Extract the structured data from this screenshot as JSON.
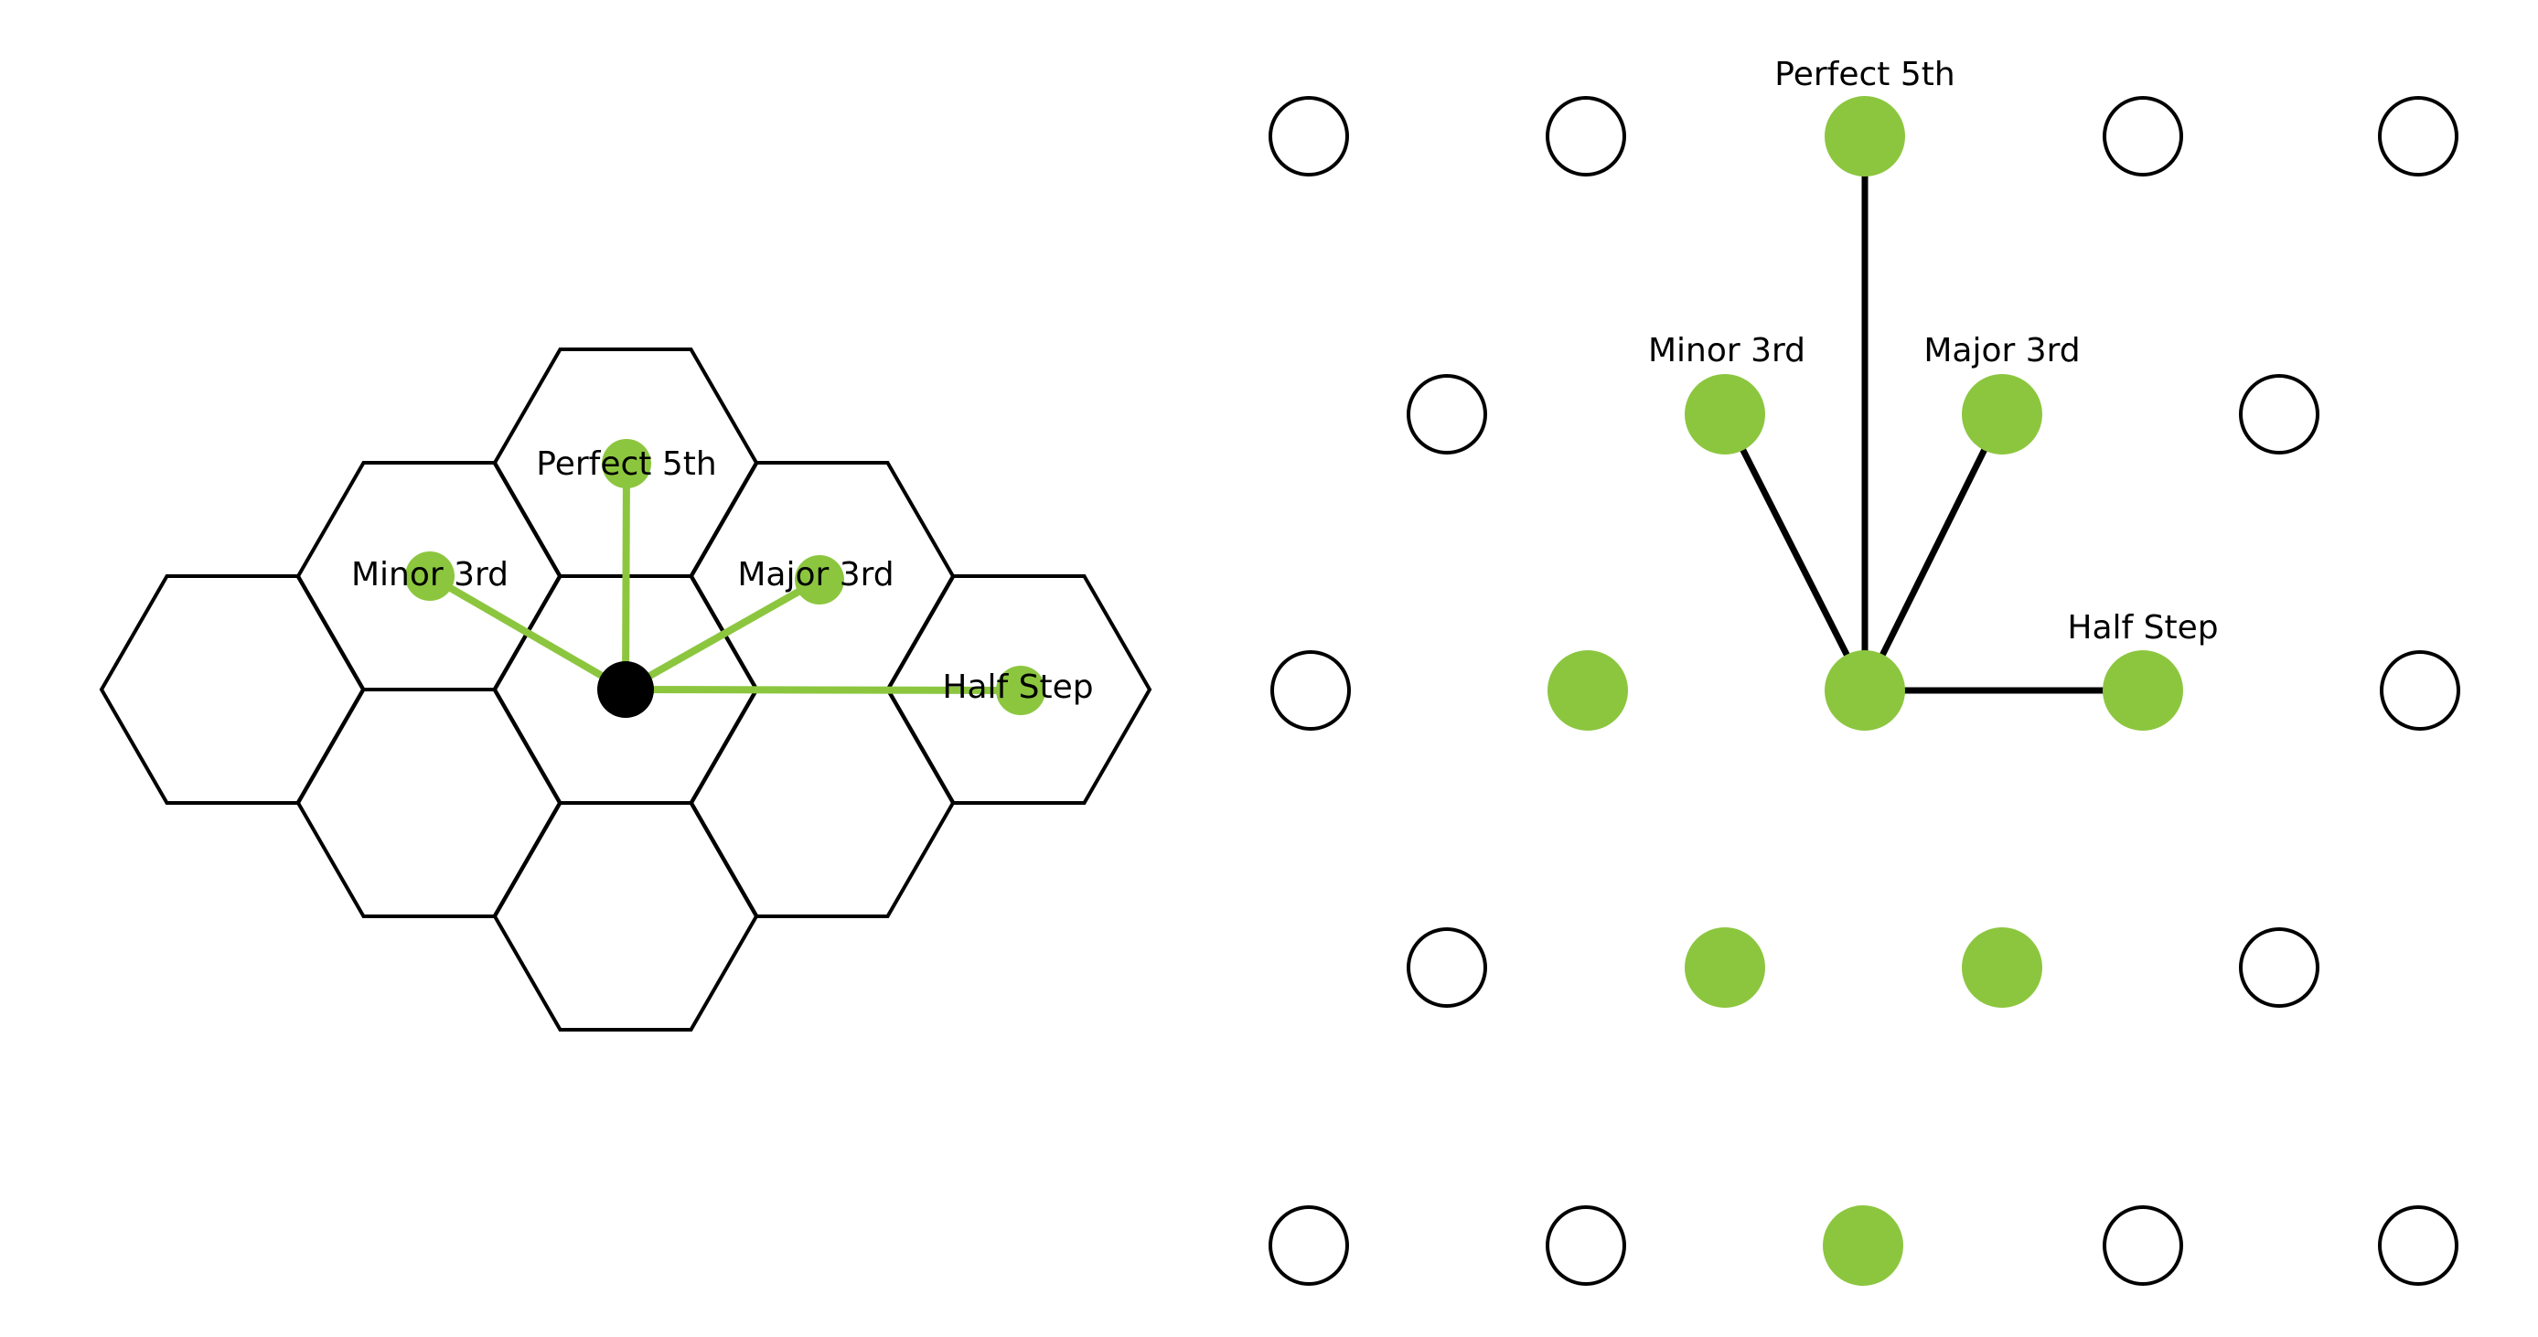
{
  "colors": {
    "highlight": "#8cc63f",
    "stroke": "#000000",
    "background": "#ffffff"
  },
  "hex_diagram": {
    "labels": {
      "perfect_5th": "Perfect 5th",
      "minor_3rd": "Minor 3rd",
      "major_3rd": "Major 3rd",
      "half_step": "Half Step"
    }
  },
  "grid_diagram": {
    "labels": {
      "perfect_5th": "Perfect 5th",
      "minor_3rd": "Minor 3rd",
      "major_3rd": "Major 3rd",
      "half_step": "Half Step"
    }
  }
}
